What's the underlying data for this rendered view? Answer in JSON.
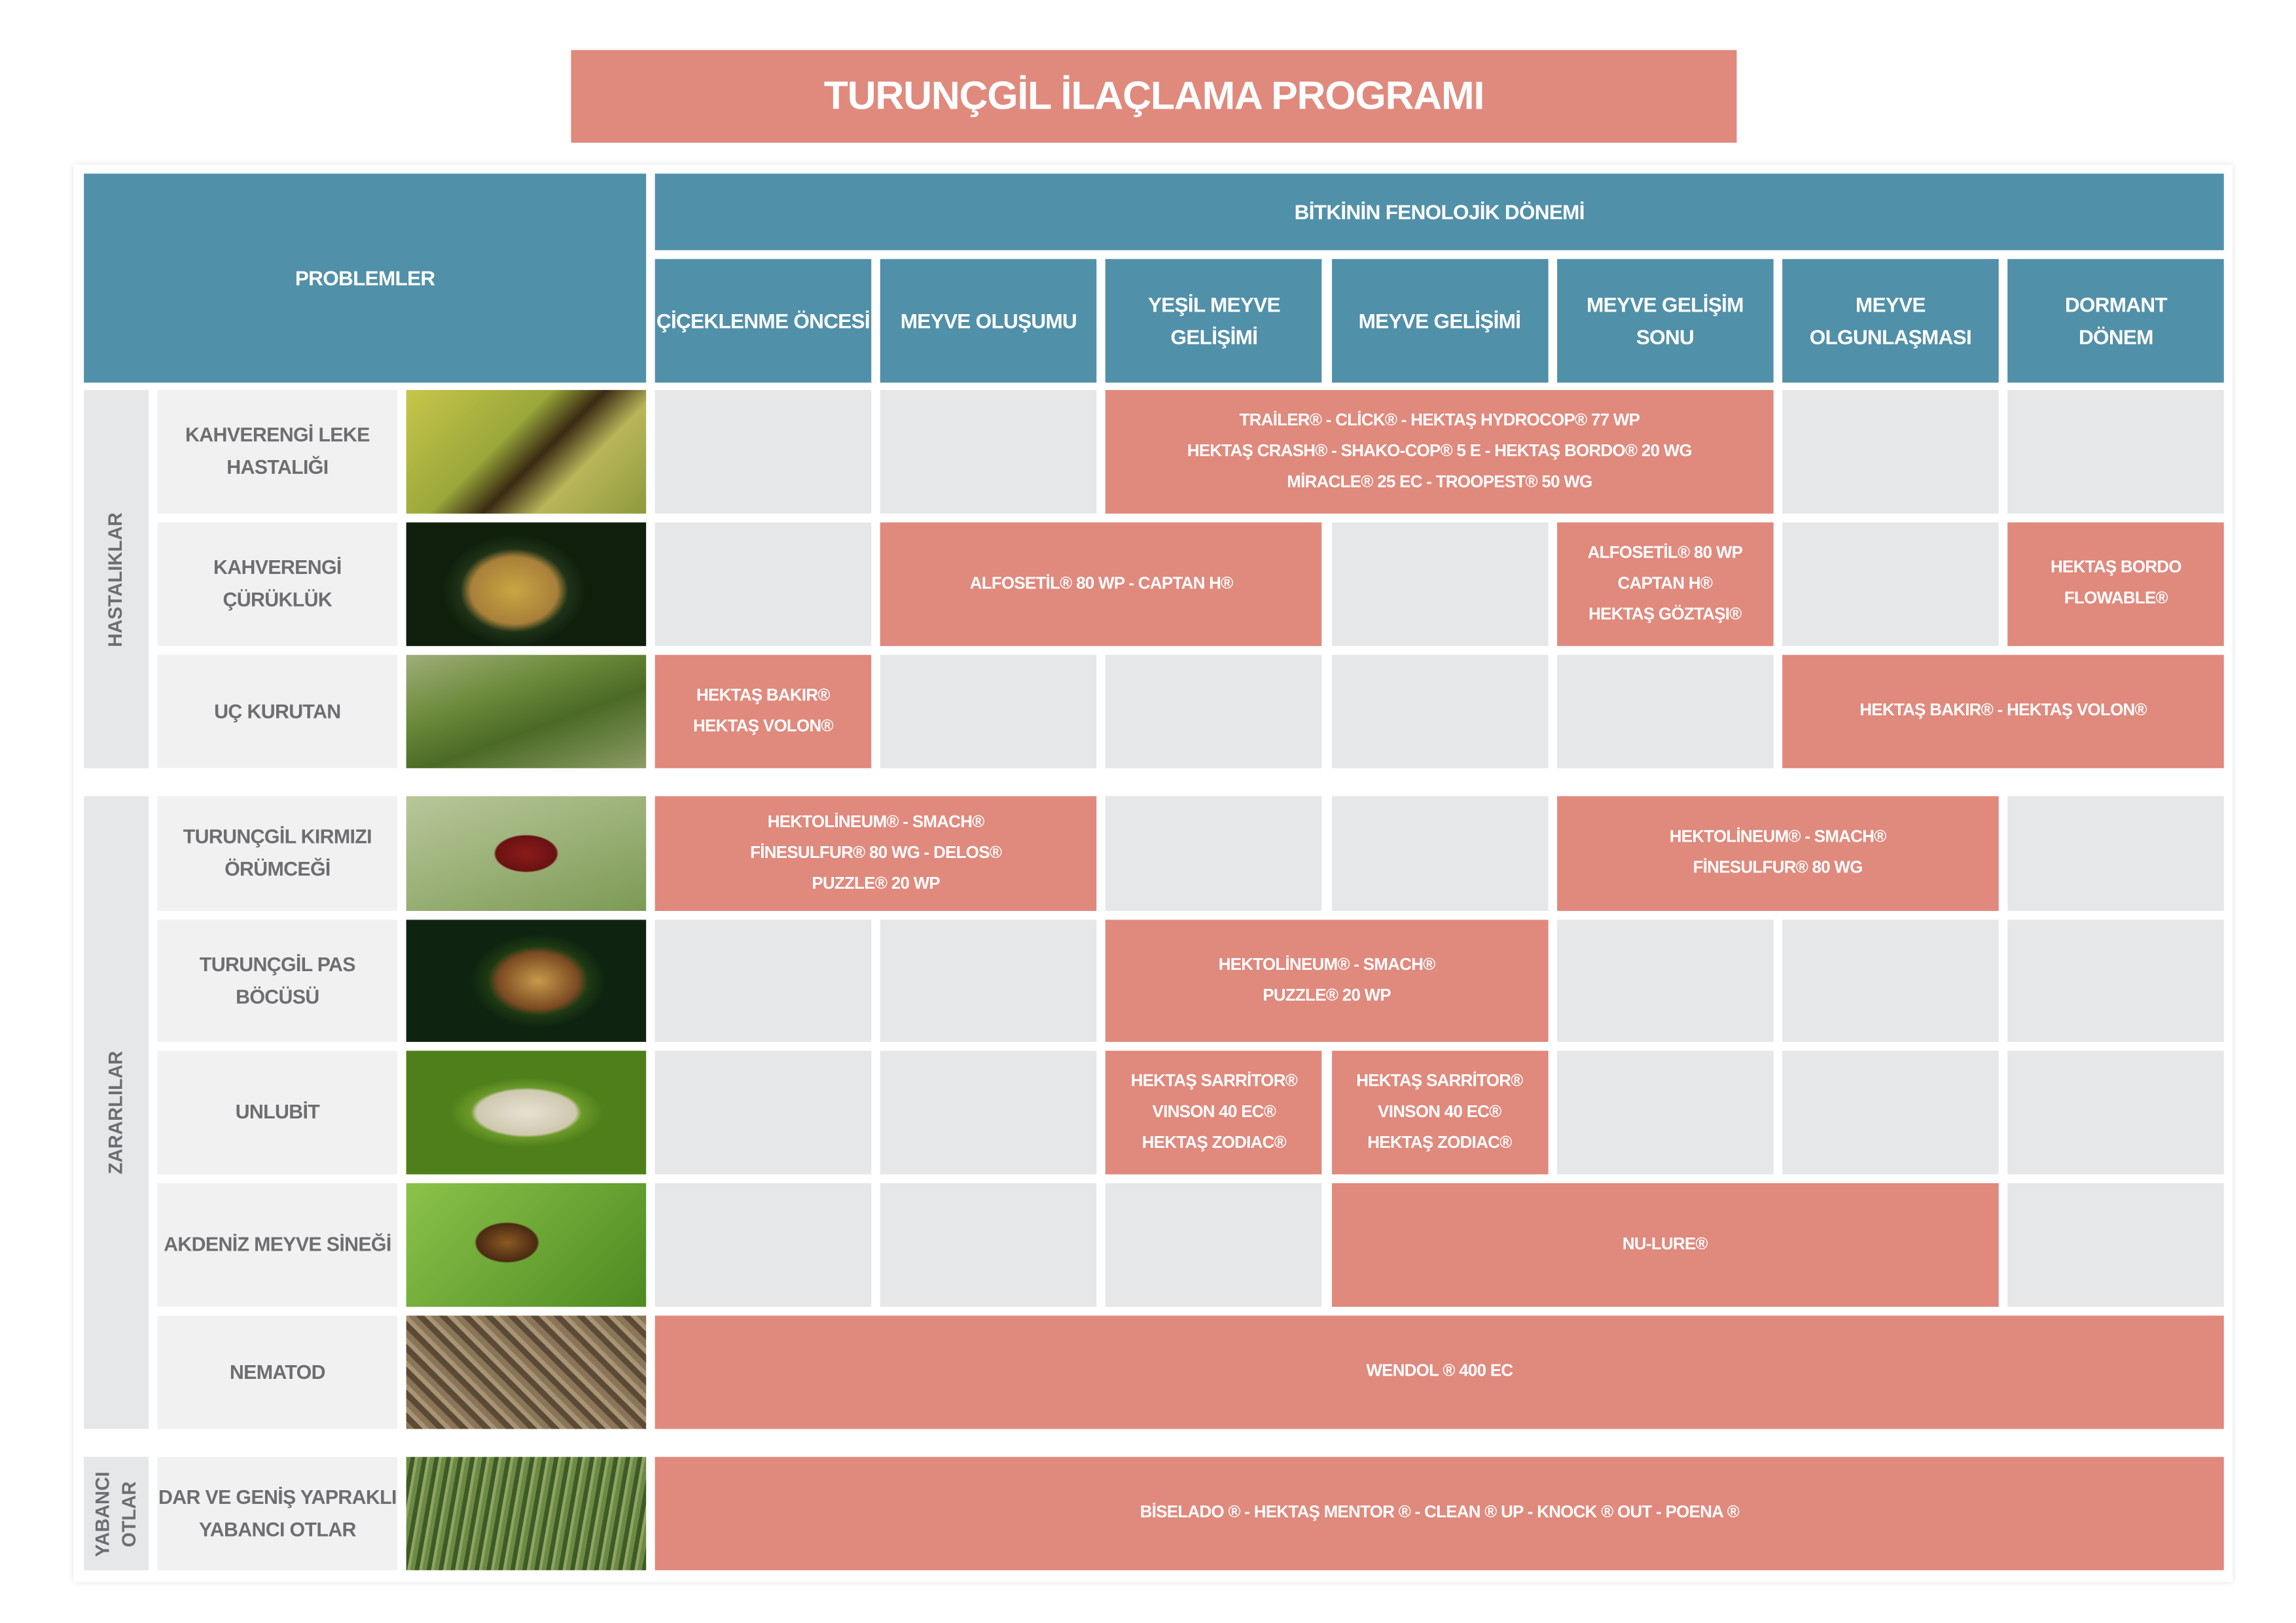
{
  "title": "TURUNÇGİL İLAÇLAMA PROGRAMI",
  "header": {
    "problems": "PROBLEMLER",
    "phenology": "BİTKİNİN FENOLOJİK DÖNEMİ",
    "stages": [
      [
        "ÇİÇEKLENME ÖNCESİ"
      ],
      [
        "MEYVE OLUŞUMU"
      ],
      [
        "YEŞİL MEYVE",
        "GELİŞİMİ"
      ],
      [
        "MEYVE GELİŞİMİ"
      ],
      [
        "MEYVE GELİŞİM",
        "SONU"
      ],
      [
        "MEYVE",
        "OLGUNLAŞMASI"
      ],
      [
        "DORMANT",
        "DÖNEM"
      ]
    ]
  },
  "groups": [
    {
      "label": [
        "HASTALIKLAR"
      ],
      "rows": [
        0,
        2
      ]
    },
    {
      "label": [
        "ZARARLILAR"
      ],
      "rows": [
        3,
        7
      ]
    },
    {
      "label": [
        "YABANCI",
        "OTLAR"
      ],
      "rows": [
        8,
        8
      ]
    }
  ],
  "rows": [
    {
      "name": [
        "KAHVERENGİ LEKE",
        "HASTALIĞI"
      ],
      "photo": "leaf-spot-photo",
      "cells": [
        {
          "span": 1
        },
        {
          "span": 1
        },
        {
          "span": 3,
          "text": [
            "TRAİLER® - CLİCK® - HEKTAŞ HYDROCOP® 77 WP",
            "HEKTAŞ CRASH® - SHAKO-COP® 5 E - HEKTAŞ BORDO® 20 WG",
            "MİRACLE® 25 EC - TROOPEST® 50 WG"
          ]
        },
        {
          "span": 1
        },
        {
          "span": 1
        }
      ]
    },
    {
      "name": [
        "KAHVERENGİ",
        "ÇÜRÜKLÜK"
      ],
      "photo": "brown-rot-fruit-photo",
      "cells": [
        {
          "span": 1
        },
        {
          "span": 2,
          "text": [
            "ALFOSETİL® 80 WP - CAPTAN H®"
          ]
        },
        {
          "span": 1
        },
        {
          "span": 1,
          "text": [
            "ALFOSETİL® 80 WP",
            "CAPTAN H®",
            "HEKTAŞ GÖZTAŞI®"
          ]
        },
        {
          "span": 1
        },
        {
          "span": 1,
          "text": [
            "HEKTAŞ BORDO FLOWABLE®"
          ]
        }
      ]
    },
    {
      "name": [
        "UÇ KURUTAN"
      ],
      "photo": "dieback-branch-photo",
      "cells": [
        {
          "span": 1,
          "text": [
            "HEKTAŞ BAKIR®",
            "HEKTAŞ VOLON®"
          ]
        },
        {
          "span": 1
        },
        {
          "span": 1
        },
        {
          "span": 1
        },
        {
          "span": 1
        },
        {
          "span": 2,
          "text": [
            "HEKTAŞ BAKIR® - HEKTAŞ VOLON®"
          ]
        }
      ]
    },
    {
      "name": [
        "TURUNÇGİL KIRMIZI",
        "ÖRÜMCEĞİ"
      ],
      "photo": "red-mite-photo",
      "cells": [
        {
          "span": 2,
          "text": [
            "HEKTOLİNEUM® - SMACH®",
            "FİNESULFUR® 80 WG - DELOS®",
            "PUZZLE® 20 WP"
          ]
        },
        {
          "span": 1
        },
        {
          "span": 1
        },
        {
          "span": 2,
          "text": [
            "HEKTOLİNEUM® - SMACH®",
            "FİNESULFUR® 80 WG"
          ]
        },
        {
          "span": 1
        }
      ]
    },
    {
      "name": [
        "TURUNÇGİL PAS BÖCÜSÜ"
      ],
      "photo": "rust-mite-fruit-photo",
      "cells": [
        {
          "span": 1
        },
        {
          "span": 1
        },
        {
          "span": 2,
          "text": [
            "HEKTOLİNEUM® - SMACH®",
            "PUZZLE® 20 WP"
          ]
        },
        {
          "span": 1
        },
        {
          "span": 1
        },
        {
          "span": 1
        }
      ]
    },
    {
      "name": [
        "UNLUBİT"
      ],
      "photo": "mealybug-photo",
      "cells": [
        {
          "span": 1
        },
        {
          "span": 1
        },
        {
          "span": 1,
          "text": [
            "HEKTAŞ SARRİTOR®",
            "VINSON 40 EC®",
            "HEKTAŞ ZODIAC®"
          ]
        },
        {
          "span": 1,
          "text": [
            "HEKTAŞ SARRİTOR®",
            "VINSON 40 EC®",
            "HEKTAŞ ZODIAC®"
          ]
        },
        {
          "span": 1
        },
        {
          "span": 1
        },
        {
          "span": 1
        }
      ]
    },
    {
      "name": [
        "AKDENİZ MEYVE SİNEĞİ"
      ],
      "photo": "fruit-fly-photo",
      "cells": [
        {
          "span": 1
        },
        {
          "span": 1
        },
        {
          "span": 1
        },
        {
          "span": 3,
          "text": [
            "NU-LURE®"
          ]
        },
        {
          "span": 1
        }
      ]
    },
    {
      "name": [
        "NEMATOD"
      ],
      "photo": "nematode-soil-photo",
      "cells": [
        {
          "span": 7,
          "text": [
            "WENDOL ® 400 EC"
          ]
        }
      ]
    },
    {
      "name": [
        "DAR VE GENİŞ YAPRAKLI",
        "YABANCI OTLAR"
      ],
      "photo": "weeds-photo",
      "cells": [
        {
          "span": 7,
          "text": [
            "BİSELADO ® - HEKTAŞ MENTOR ® - CLEAN ® UP - KNOCK ® OUT - POENA ®"
          ]
        }
      ]
    }
  ],
  "colors": {
    "header": "#5190a9",
    "highlight": "#e0897d",
    "empty": "#e6e7e9",
    "label": "#6d6e71"
  }
}
